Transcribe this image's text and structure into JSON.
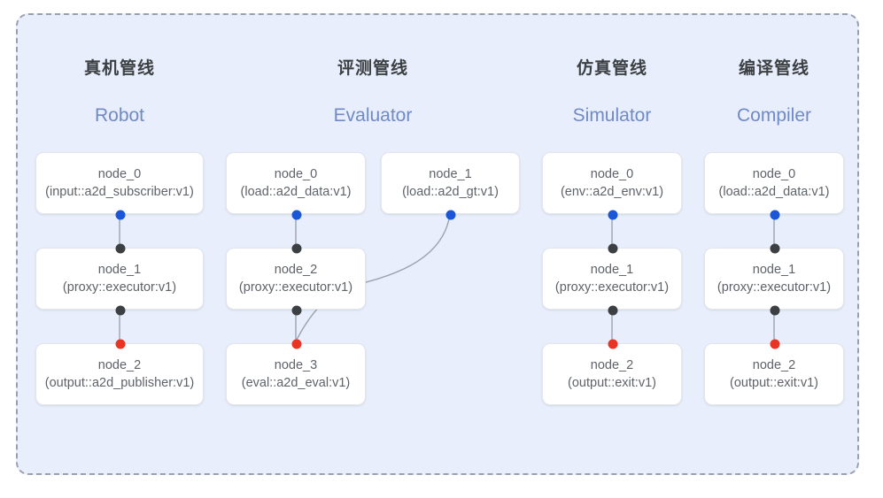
{
  "board": {
    "name": "pipeline-board",
    "background": "#e8eefb",
    "border_color": "#9aa0ad"
  },
  "palette": {
    "accent_blue": "#1a56d6",
    "accent_red": "#ea3323",
    "port_dark": "#3c4043",
    "subtitle_blue": "#7089c7",
    "text_gray": "#5f6368",
    "edge_gray": "#9aa3b2"
  },
  "columns": [
    {
      "id": "robot",
      "title": "真机管线",
      "subtitle": "Robot",
      "nodes": [
        {
          "id": "robot-node-0",
          "name": "node_0",
          "type": "(input::a2d_subscriber:v1)",
          "out_port": "blue"
        },
        {
          "id": "robot-node-1",
          "name": "node_1",
          "type": "(proxy::executor:v1)",
          "in_port": "dark",
          "out_port": "dark"
        },
        {
          "id": "robot-node-2",
          "name": "node_2",
          "type": "(output::a2d_publisher:v1)",
          "in_port": "red"
        }
      ]
    },
    {
      "id": "evaluator",
      "title": "评测管线",
      "subtitle": "Evaluator",
      "nodes": [
        {
          "id": "evaluator-node-0",
          "name": "node_0",
          "type": "(load::a2d_data:v1)",
          "out_port": "blue"
        },
        {
          "id": "evaluator-node-1",
          "name": "node_1",
          "type": "(load::a2d_gt:v1)",
          "out_port": "blue"
        },
        {
          "id": "evaluator-node-2",
          "name": "node_2",
          "type": "(proxy::executor:v1)",
          "in_port": "dark",
          "out_port": "dark"
        },
        {
          "id": "evaluator-node-3",
          "name": "node_3",
          "type": "(eval::a2d_eval:v1)",
          "in_port": "red"
        }
      ]
    },
    {
      "id": "simulator",
      "title": "仿真管线",
      "subtitle": "Simulator",
      "nodes": [
        {
          "id": "simulator-node-0",
          "name": "node_0",
          "type": "(env::a2d_env:v1)",
          "out_port": "blue"
        },
        {
          "id": "simulator-node-1",
          "name": "node_1",
          "type": "(proxy::executor:v1)",
          "in_port": "dark",
          "out_port": "dark"
        },
        {
          "id": "simulator-node-2",
          "name": "node_2",
          "type": "(output::exit:v1)",
          "in_port": "red"
        }
      ]
    },
    {
      "id": "compiler",
      "title": "编译管线",
      "subtitle": "Compiler",
      "nodes": [
        {
          "id": "compiler-node-0",
          "name": "node_0",
          "type": "(load::a2d_data:v1)",
          "out_port": "blue"
        },
        {
          "id": "compiler-node-1",
          "name": "node_1",
          "type": "(proxy::executor:v1)",
          "in_port": "dark",
          "out_port": "dark"
        },
        {
          "id": "compiler-node-2",
          "name": "node_2",
          "type": "(output::exit:v1)",
          "in_port": "red"
        }
      ]
    }
  ]
}
